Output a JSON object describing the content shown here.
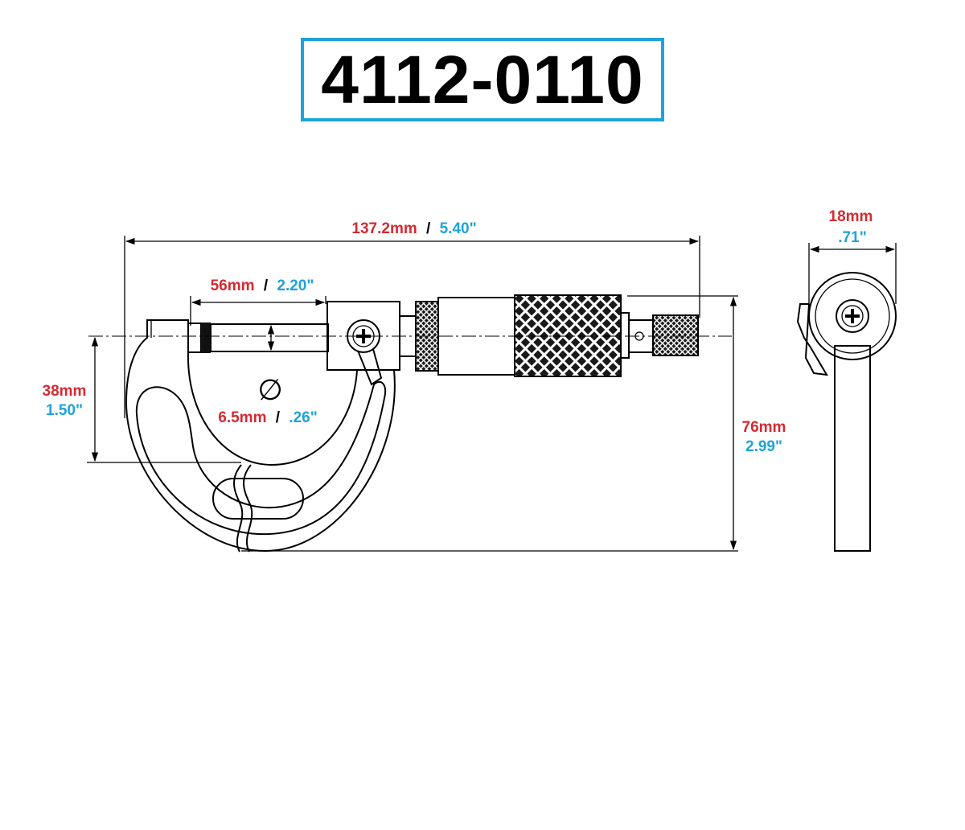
{
  "title": "4112-0110",
  "colors": {
    "metric": "#d42a32",
    "imperial": "#1fa3d8",
    "title_border": "#1fa3d8",
    "ink": "#000000"
  },
  "dimensions": {
    "overall_length": {
      "metric": "137.2mm",
      "sep": "/",
      "imperial": "5.40\""
    },
    "spindle_length": {
      "metric": "56mm",
      "sep": "/",
      "imperial": "2.20\""
    },
    "spindle_diameter": {
      "symbol": "∅",
      "metric": "6.5mm",
      "sep": "/",
      "imperial": ".26\""
    },
    "throat_depth": {
      "metric": "38mm",
      "imperial": "1.50\""
    },
    "overall_height": {
      "metric": "76mm",
      "imperial": "2.99\""
    },
    "frame_width": {
      "metric": "18mm",
      "imperial": ".71\""
    }
  }
}
